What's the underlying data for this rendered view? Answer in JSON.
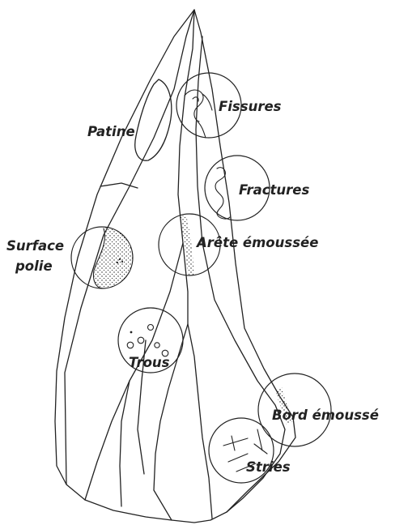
{
  "labels": {
    "fissures": "Fissures",
    "patine": "Patine",
    "fractures": "Fractures",
    "surface_polie_line1": "Surface",
    "surface_polie_line2": "polie",
    "arete_emoussee": "Arête émoussée",
    "trous": "Trous",
    "bord_emousse": "Bord émoussé",
    "stries": "Stries"
  }
}
